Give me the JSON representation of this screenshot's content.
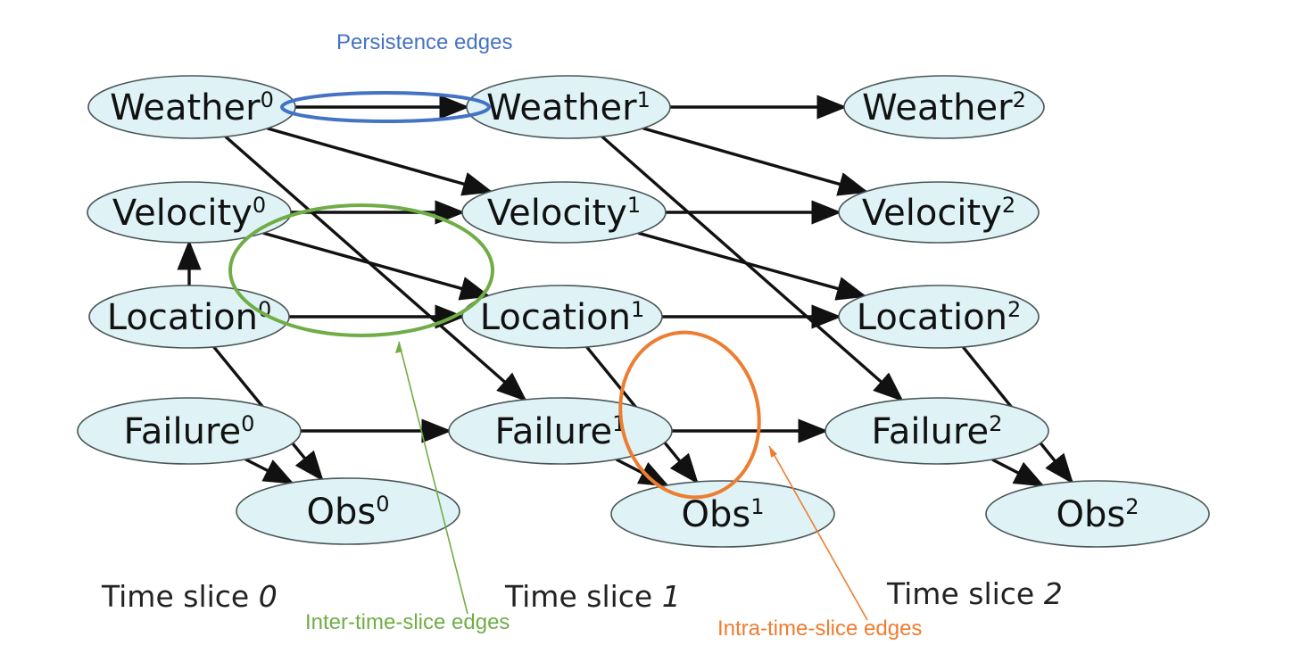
{
  "nodes": [
    {
      "id": "weather0",
      "base": "Weather",
      "sup": "0"
    },
    {
      "id": "velocity0",
      "base": "Velocity",
      "sup": "0"
    },
    {
      "id": "location0",
      "base": "Location",
      "sup": "0"
    },
    {
      "id": "failure0",
      "base": "Failure",
      "sup": "0"
    },
    {
      "id": "obs0",
      "base": "Obs",
      "sup": "0"
    },
    {
      "id": "weather1",
      "base": "Weather",
      "sup": "1"
    },
    {
      "id": "velocity1",
      "base": "Velocity",
      "sup": "1"
    },
    {
      "id": "location1",
      "base": "Location",
      "sup": "1"
    },
    {
      "id": "failure1",
      "base": "Failure",
      "sup": "1"
    },
    {
      "id": "obs1",
      "base": "Obs",
      "sup": "1"
    },
    {
      "id": "weather2",
      "base": "Weather",
      "sup": "2"
    },
    {
      "id": "velocity2",
      "base": "Velocity",
      "sup": "2"
    },
    {
      "id": "location2",
      "base": "Location",
      "sup": "2"
    },
    {
      "id": "failure2",
      "base": "Failure",
      "sup": "2"
    },
    {
      "id": "obs2",
      "base": "Obs",
      "sup": "2"
    }
  ],
  "edges": [
    [
      "location0",
      "velocity0"
    ],
    [
      "weather0",
      "weather1"
    ],
    [
      "weather0",
      "velocity1"
    ],
    [
      "weather0",
      "failure1"
    ],
    [
      "velocity0",
      "velocity1"
    ],
    [
      "velocity0",
      "location1"
    ],
    [
      "location0",
      "location1"
    ],
    [
      "location0",
      "obs0"
    ],
    [
      "failure0",
      "failure1"
    ],
    [
      "failure0",
      "obs0"
    ],
    [
      "weather1",
      "weather2"
    ],
    [
      "weather1",
      "velocity2"
    ],
    [
      "weather1",
      "failure2"
    ],
    [
      "velocity1",
      "velocity2"
    ],
    [
      "velocity1",
      "location2"
    ],
    [
      "location1",
      "location2"
    ],
    [
      "location1",
      "obs1"
    ],
    [
      "failure1",
      "failure2"
    ],
    [
      "failure1",
      "obs1"
    ],
    [
      "location2",
      "obs2"
    ],
    [
      "failure2",
      "obs2"
    ]
  ],
  "time_slices": [
    {
      "prefix": "Time slice ",
      "index": "0"
    },
    {
      "prefix": "Time slice ",
      "index": "1"
    },
    {
      "prefix": "Time slice ",
      "index": "2"
    }
  ],
  "callouts": {
    "persistence": {
      "text": "Persistence edges",
      "color": "#4472c4"
    },
    "inter": {
      "text": "Inter-time-slice edges",
      "color": "#70ad47"
    },
    "intra": {
      "text": "Intra-time-slice edges",
      "color": "#ed7d31"
    }
  },
  "colors": {
    "node_fill": "#dff3f6",
    "node_stroke": "#4a5656",
    "edge": "#111111"
  }
}
